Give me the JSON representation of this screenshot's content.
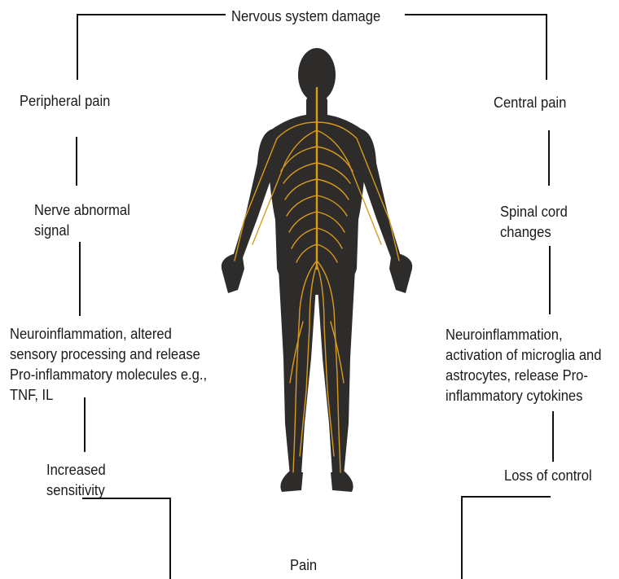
{
  "top": "Nervous system damage",
  "left": {
    "branch": "Peripheral pain",
    "step1": "Nerve abnormal\nsignal",
    "step2": "Neuroinflammation, altered\nsensory processing and release\nPro-inflammatory molecules e.g.,\nTNF, IL",
    "step3": "Increased\nsensitivity"
  },
  "right": {
    "branch": "Central pain",
    "step1": "Spinal cord\nchanges",
    "step2": "Neuroinflammation,\nactivation of microglia and\nastrocytes, release Pro-\ninflammatory cytokines",
    "step3": "Loss of control"
  },
  "bottom": "Pain",
  "colors": {
    "line": "#111111",
    "body": "#2e2c2b",
    "nerve": "#d99a1e"
  },
  "figure_icon": "human-body-nervous-system-illustration"
}
